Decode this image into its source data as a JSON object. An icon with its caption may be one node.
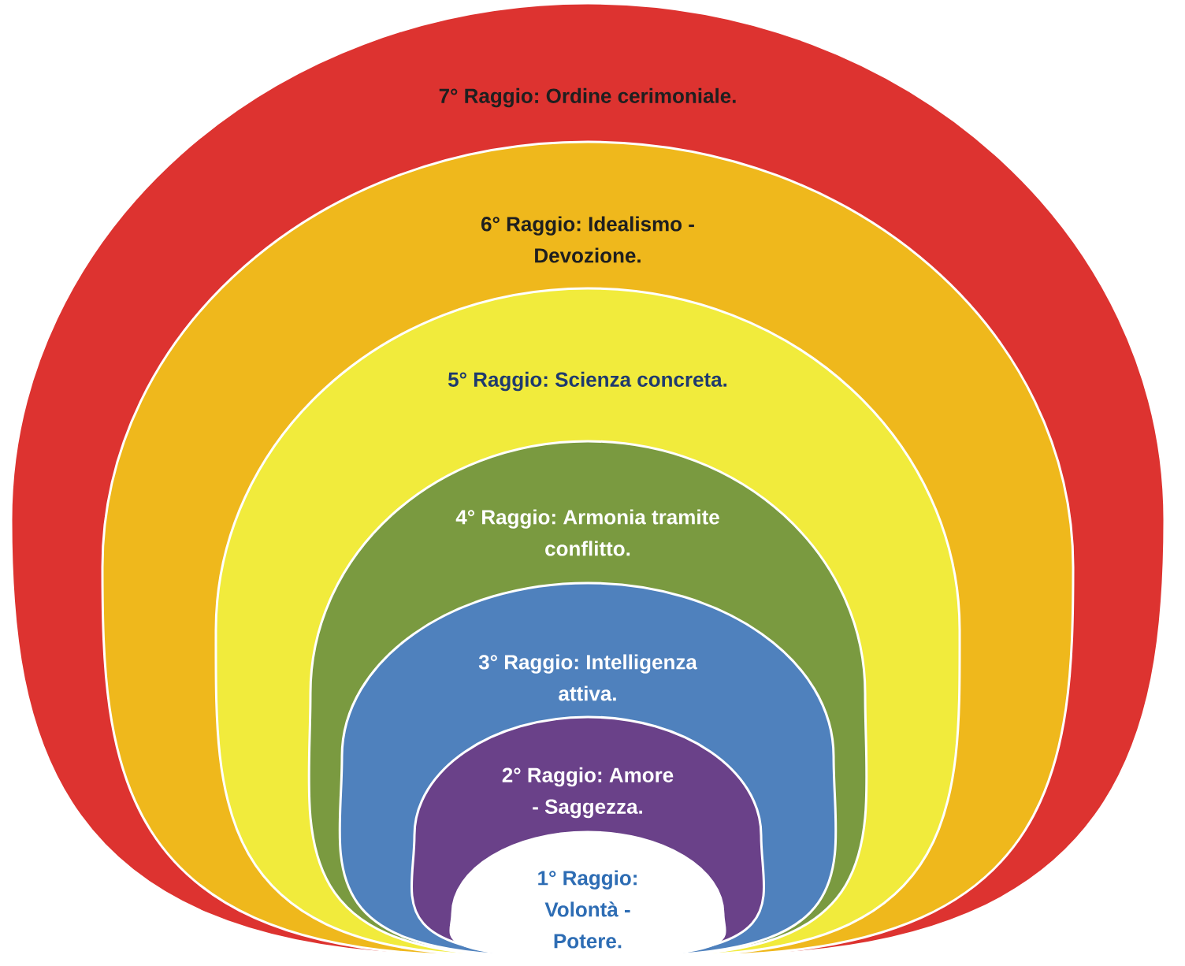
{
  "diagram": {
    "nodes": [
      {
        "text": [
          "7° Raggio: Ordine cerimoniale."
        ]
      },
      {
        "text": [
          "6° Raggio: Idealismo - Devozione."
        ],
        "in": 0
      },
      {
        "text": [
          "5° Raggio: Scienza concreta."
        ],
        "in": 1
      },
      {
        "text": [
          "4° Raggio: Armonia tramite conflitto."
        ],
        "in": 2
      },
      {
        "text": [
          "3° Raggio: Intelligenza attiva."
        ],
        "in": 3
      },
      {
        "text": [
          "2° Raggio: Amore - Saggezza."
        ],
        "in": 4
      },
      {
        "text": [
          "1° Raggio: Volontà - Potere."
        ],
        "in": 5
      }
    ]
  }
}
